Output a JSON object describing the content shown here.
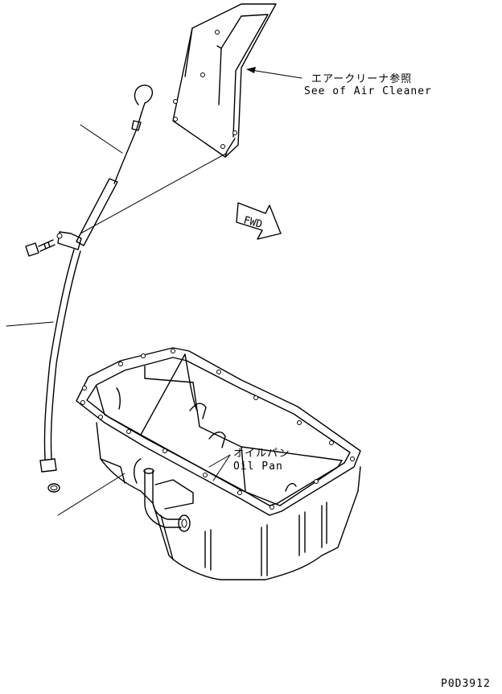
{
  "labels": {
    "air_cleaner_jp": "エアークリーナ参照",
    "air_cleaner_en": "See of Air Cleaner",
    "oil_pan_jp": "オイルパン",
    "oil_pan_en": "Oil Pan",
    "fwd": "FWD",
    "drawing_number": "P0D3912"
  },
  "colors": {
    "line": "#000000",
    "background": "#ffffff"
  }
}
